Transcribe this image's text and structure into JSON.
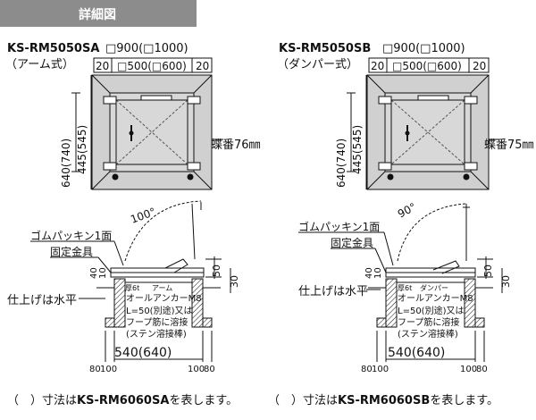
{
  "header": {
    "label": "詳細図"
  },
  "left": {
    "model": "KS-RM5050SA",
    "type": "（アーム式）",
    "top_outer": "□900(□1000)",
    "top_dim_left": "20",
    "top_inner": "□500(□600)",
    "top_dim_right": "20",
    "height_outer": "640(740)",
    "height_inner": "445(545)",
    "hinge": "蝶番76㎜",
    "angle": "100°",
    "rubber": "ゴムパッキン1面",
    "bracket": "固定金具",
    "finish": "仕上げは水平",
    "dim_40": "40",
    "dim_10": "10",
    "dim_50": "50",
    "dim_30": "30",
    "thick": "厚6t",
    "mech": "アーム",
    "anchor": "オールアンカーM8",
    "l_note": "L=50(別途)又は",
    "rebar": "フープ筋に溶接",
    "weld": "(ステン溶接棒)",
    "width": "540(640)",
    "bot_80": "80",
    "bot_100": "100",
    "bot_100b": "100",
    "bot_80b": "80"
  },
  "right": {
    "model": "KS-RM5050SB",
    "type": "（ダンパー式）",
    "top_outer": "□900(□1000)",
    "top_dim_left": "20",
    "top_inner": "□500(□600)",
    "top_dim_right": "20",
    "height_outer": "640(740)",
    "height_inner": "445(545)",
    "hinge": "蝶番75㎜",
    "angle": "90°",
    "rubber": "ゴムパッキン1面",
    "bracket": "固定金具",
    "finish": "仕上げは水平",
    "dim_40": "40",
    "dim_10": "10",
    "dim_50": "50",
    "dim_30": "30",
    "thick": "厚6t",
    "mech": "ダンパー",
    "anchor": "オールアンカーM8",
    "l_note": "L=50(別途)又は",
    "rebar": "フープ筋に溶接",
    "weld": "(ステン溶接棒)",
    "width": "540(640)",
    "bot_80": "80",
    "bot_100": "100",
    "bot_100b": "100",
    "bot_80b": "80"
  },
  "footnotes": {
    "left_pre": "（　）寸法は",
    "left_model": "KS-RM6060SA",
    "left_post": "を表します。",
    "right_pre": "（　）寸法は",
    "right_model": "KS-RM6060SB",
    "right_post": "を表します。"
  },
  "colors": {
    "header_bg": "#8c8c8c",
    "frame_fill": "#d0d0d0",
    "line": "#111111"
  }
}
